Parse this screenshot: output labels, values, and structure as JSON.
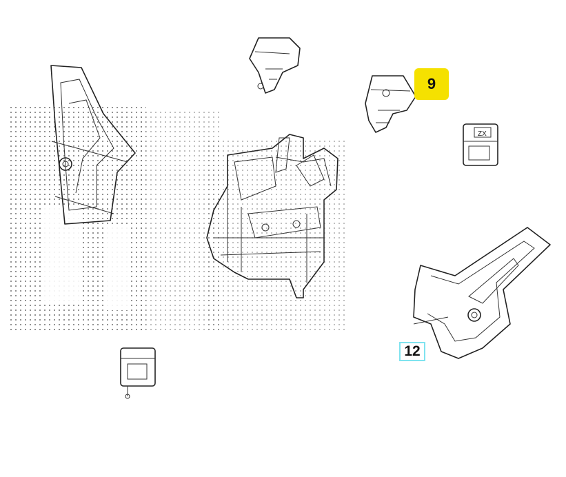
{
  "callouts": [
    {
      "id": "9",
      "label": "9"
    },
    {
      "id": "12",
      "label": "12"
    }
  ],
  "colors": {
    "callout_9_fill": "#f5e100",
    "callout_12_border": "#7fe3ef",
    "line": "#222222",
    "background": "#ffffff"
  }
}
